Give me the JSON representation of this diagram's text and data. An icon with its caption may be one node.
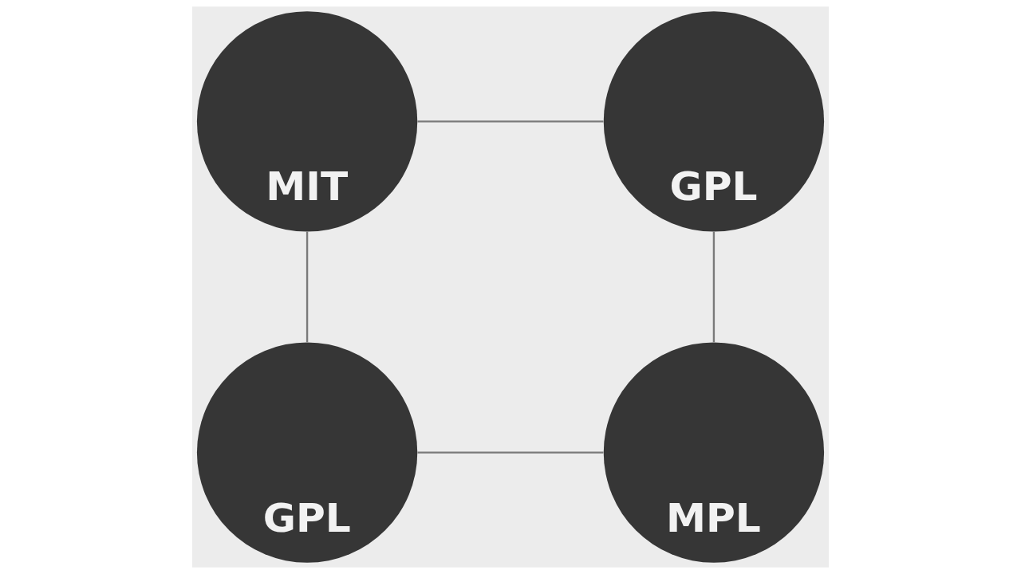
{
  "diagram": {
    "nodes": [
      {
        "text": [
          "MIT"
        ]
      },
      {
        "text": [
          "GPL"
        ]
      },
      {
        "text": [
          "GPL"
        ]
      },
      {
        "text": [
          "MPL"
        ]
      }
    ],
    "edges": [
      {
        "from": 0,
        "to": 1,
        "arrow": "none"
      },
      {
        "from": 0,
        "to": 2,
        "arrow": "none"
      },
      {
        "from": 1,
        "to": 3,
        "arrow": "none"
      },
      {
        "from": 2,
        "to": 3,
        "arrow": "none"
      }
    ]
  }
}
